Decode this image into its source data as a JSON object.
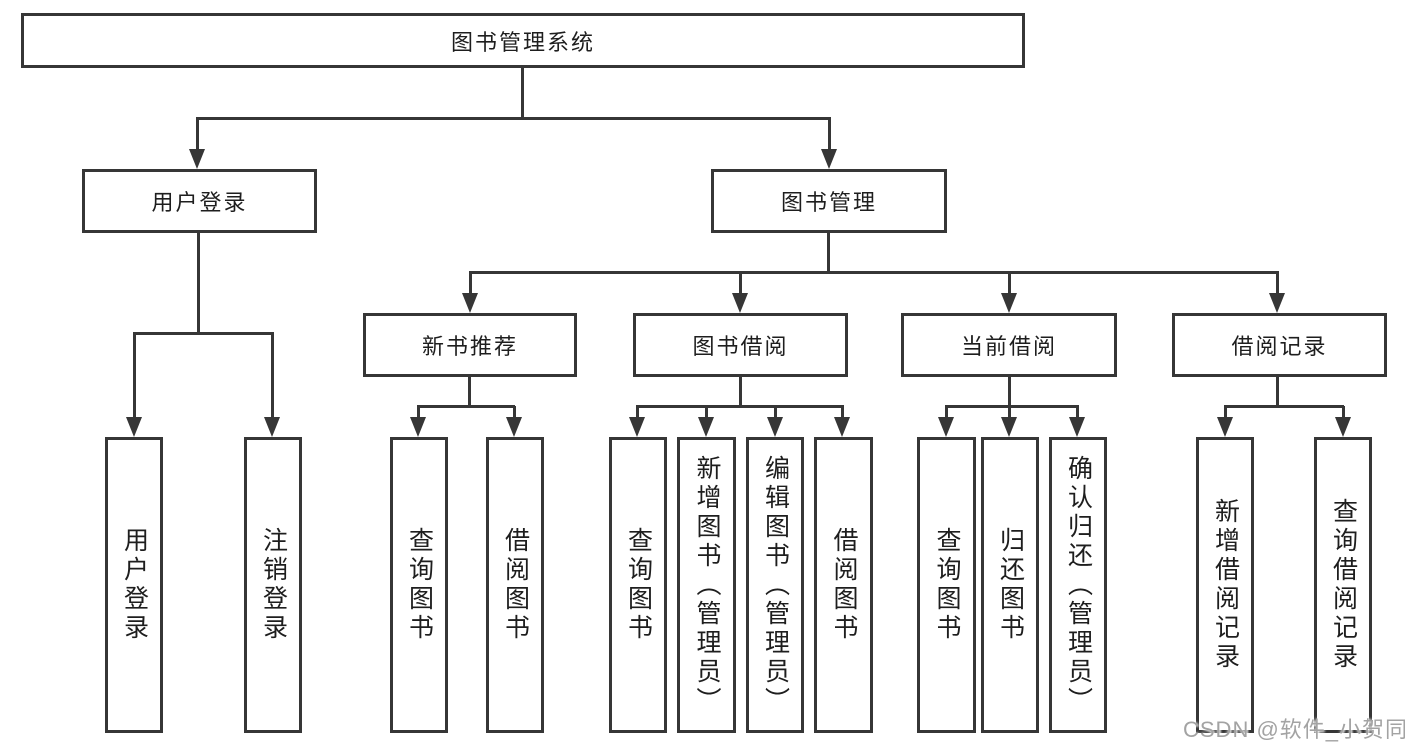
{
  "tree": {
    "root": {
      "label": "图书管理系统"
    },
    "branches": [
      {
        "label": "用户登录",
        "children": [
          {
            "label": "用户登录"
          },
          {
            "label": "注销登录"
          }
        ]
      },
      {
        "label": "图书管理",
        "groups": [
          {
            "label": "新书推荐",
            "children": [
              {
                "label": "查询图书"
              },
              {
                "label": "借阅图书"
              }
            ]
          },
          {
            "label": "图书借阅",
            "children": [
              {
                "label": "查询图书"
              },
              {
                "label": "新增图书（管理员）"
              },
              {
                "label": "编辑图书（管理员）"
              },
              {
                "label": "借阅图书"
              }
            ]
          },
          {
            "label": "当前借阅",
            "children": [
              {
                "label": "查询图书"
              },
              {
                "label": "归还图书"
              },
              {
                "label": "确认归还（管理员）"
              }
            ]
          },
          {
            "label": "借阅记录",
            "children": [
              {
                "label": "新增借阅记录"
              },
              {
                "label": "查询借阅记录"
              }
            ]
          }
        ]
      }
    ]
  },
  "colors": {
    "line": "#363636",
    "text": "#1e1e1e",
    "watermark": "#a3a3a3",
    "background": "#ffffff"
  },
  "watermark": {
    "text": "CSDN @软件_小贺同学"
  }
}
